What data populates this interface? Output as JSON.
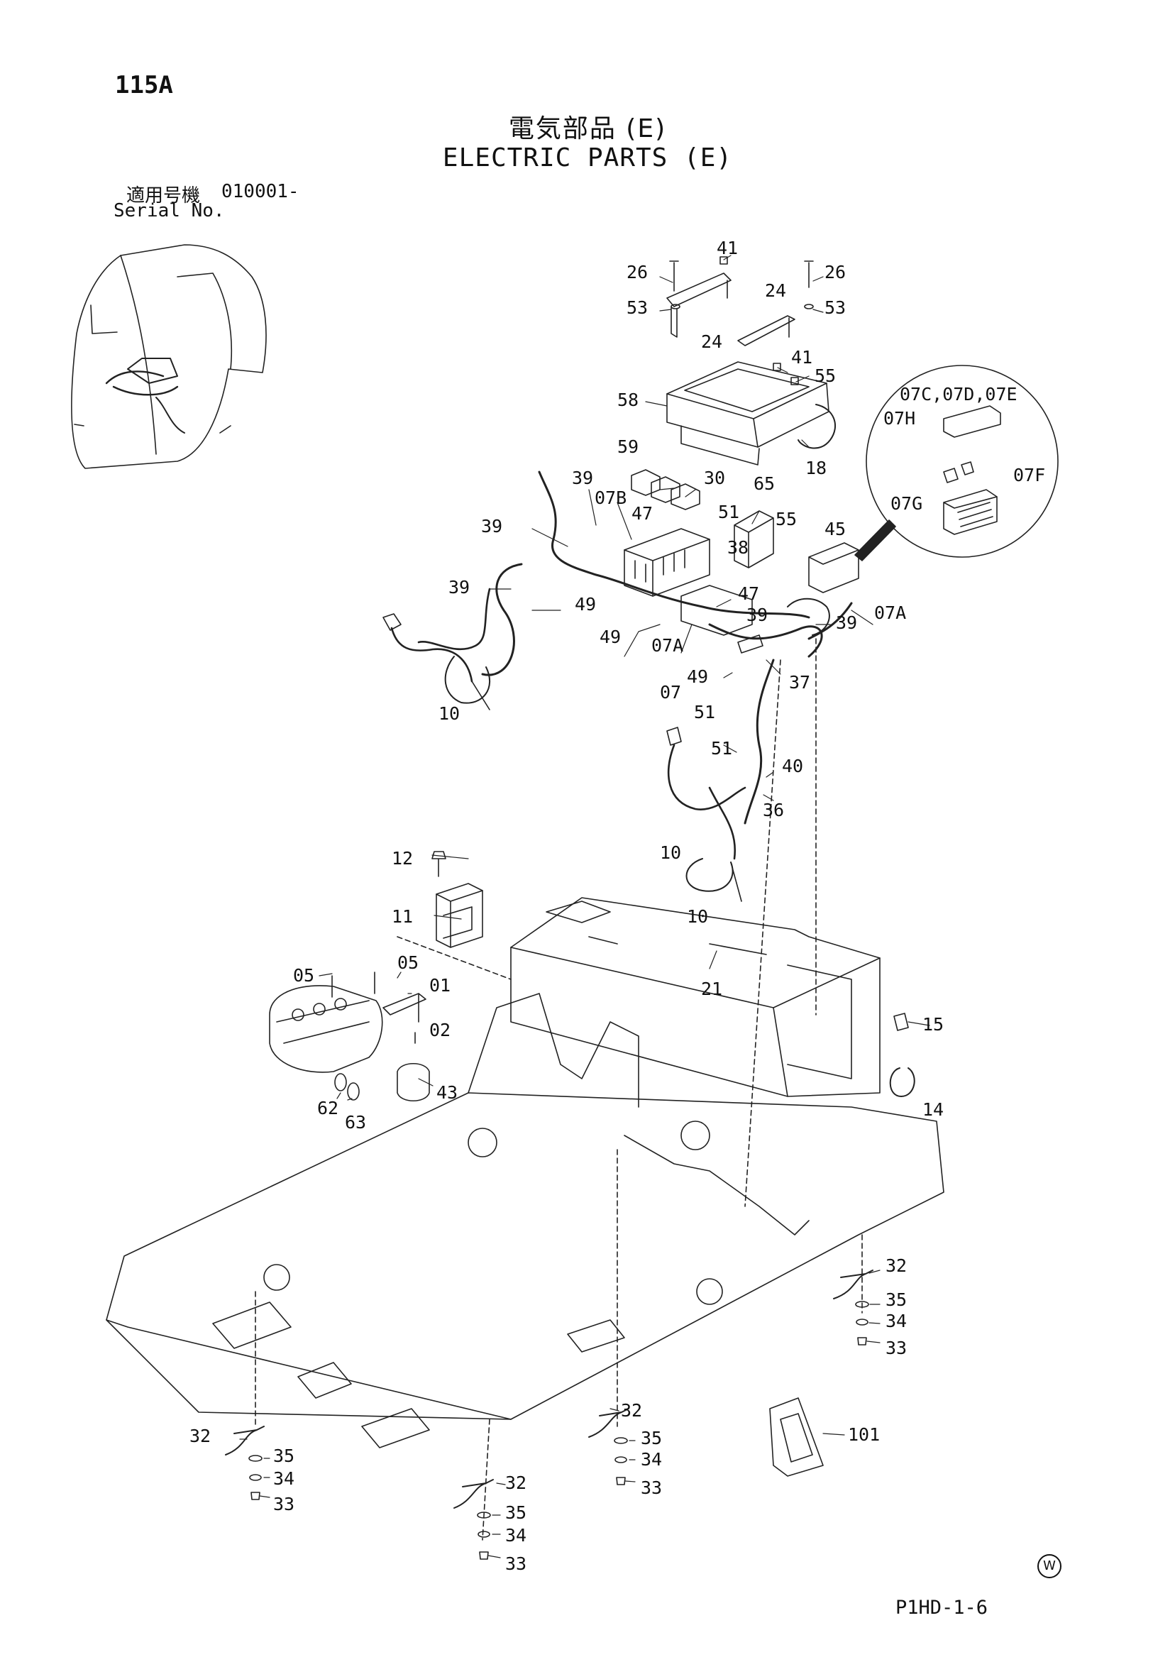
{
  "header": {
    "page_no": "115A",
    "title_jp": "電気部品 (E)",
    "title_en": "ELECTRIC PARTS (E)",
    "serial_label_jp": "適用号機",
    "serial_number": "010001-",
    "serial_label_en": "Serial No."
  },
  "footer": {
    "doc_code": "P1HD-1-6",
    "watermark": "W"
  },
  "callouts": [
    {
      "id": "c1",
      "label": "41"
    },
    {
      "id": "c2",
      "label": "26"
    },
    {
      "id": "c3",
      "label": "26"
    },
    {
      "id": "c4",
      "label": "24"
    },
    {
      "id": "c5",
      "label": "53"
    },
    {
      "id": "c6",
      "label": "53"
    },
    {
      "id": "c7",
      "label": "24"
    },
    {
      "id": "c8",
      "label": "41"
    },
    {
      "id": "c9",
      "label": "55"
    },
    {
      "id": "c10",
      "label": "58"
    },
    {
      "id": "c11",
      "label": "18"
    },
    {
      "id": "c12",
      "label": "07C,07D,07E"
    },
    {
      "id": "c13",
      "label": "07H"
    },
    {
      "id": "c14",
      "label": "07F"
    },
    {
      "id": "c15",
      "label": "07G"
    },
    {
      "id": "c16",
      "label": "59"
    },
    {
      "id": "c17",
      "label": "39"
    },
    {
      "id": "c18",
      "label": "30"
    },
    {
      "id": "c19",
      "label": "65"
    },
    {
      "id": "c20",
      "label": "07B"
    },
    {
      "id": "c21",
      "label": "47"
    },
    {
      "id": "c22",
      "label": "51"
    },
    {
      "id": "c23",
      "label": "55"
    },
    {
      "id": "c24",
      "label": "45"
    },
    {
      "id": "c25",
      "label": "39"
    },
    {
      "id": "c26",
      "label": "38"
    },
    {
      "id": "c27",
      "label": "39"
    },
    {
      "id": "c28",
      "label": "49"
    },
    {
      "id": "c29",
      "label": "47"
    },
    {
      "id": "c30",
      "label": "49"
    },
    {
      "id": "c31",
      "label": "07A"
    },
    {
      "id": "c32",
      "label": "39"
    },
    {
      "id": "c33",
      "label": "39"
    },
    {
      "id": "c34",
      "label": "07A"
    },
    {
      "id": "c35",
      "label": "49"
    },
    {
      "id": "c36",
      "label": "07"
    },
    {
      "id": "c37",
      "label": "37"
    },
    {
      "id": "c38",
      "label": "51"
    },
    {
      "id": "c39",
      "label": "10"
    },
    {
      "id": "c40",
      "label": "51"
    },
    {
      "id": "c41",
      "label": "40"
    },
    {
      "id": "c42",
      "label": "36"
    },
    {
      "id": "c43",
      "label": "10"
    },
    {
      "id": "c44",
      "label": "10"
    },
    {
      "id": "c45",
      "label": "12"
    },
    {
      "id": "c46",
      "label": "11"
    },
    {
      "id": "c47",
      "label": "21"
    },
    {
      "id": "c48",
      "label": "05"
    },
    {
      "id": "c49",
      "label": "05"
    },
    {
      "id": "c50",
      "label": "01"
    },
    {
      "id": "c51",
      "label": "02"
    },
    {
      "id": "c52",
      "label": "15"
    },
    {
      "id": "c53",
      "label": "43"
    },
    {
      "id": "c54",
      "label": "62"
    },
    {
      "id": "c55",
      "label": "63"
    },
    {
      "id": "c56",
      "label": "14"
    },
    {
      "id": "c57",
      "label": "32"
    },
    {
      "id": "c58",
      "label": "35"
    },
    {
      "id": "c59",
      "label": "34"
    },
    {
      "id": "c60",
      "label": "33"
    },
    {
      "id": "c61",
      "label": "32"
    },
    {
      "id": "c62",
      "label": "35"
    },
    {
      "id": "c63",
      "label": "34"
    },
    {
      "id": "c64",
      "label": "33"
    },
    {
      "id": "c65",
      "label": "101"
    },
    {
      "id": "c66",
      "label": "32"
    },
    {
      "id": "c67",
      "label": "35"
    },
    {
      "id": "c68",
      "label": "34"
    },
    {
      "id": "c69",
      "label": "33"
    },
    {
      "id": "c70",
      "label": "32"
    },
    {
      "id": "c71",
      "label": "35"
    },
    {
      "id": "c72",
      "label": "34"
    },
    {
      "id": "c73",
      "label": "33"
    }
  ]
}
